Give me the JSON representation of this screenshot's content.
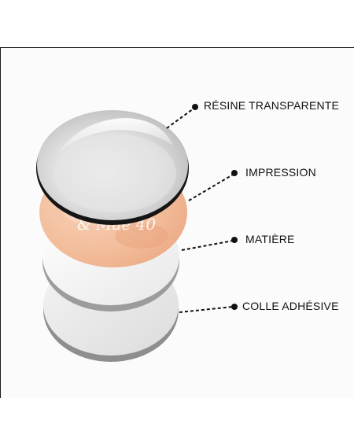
{
  "diagram": {
    "labels": {
      "resin": "RÉSINE TRANSPARENTE",
      "print": "IMPRESSION",
      "material": "MATIÈRE",
      "adhesive": "COLLE ADHÉSIVE"
    },
    "print_text": "& Mae 40",
    "colors": {
      "print_fill": "#f3c3a4",
      "rim": "#151515",
      "connector": "#111111",
      "dome": "#d9d9d9",
      "layer_edge": "#9a9a9a"
    }
  }
}
